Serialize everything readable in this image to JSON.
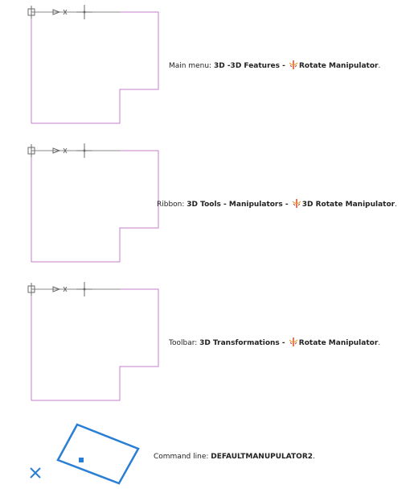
{
  "steps": [
    {
      "prefix": "Main menu: ",
      "path": "3D -3D Features - ",
      "command": "Rotate Manipulator",
      "suffix": ".",
      "icon": "rotate-manipulator-icon"
    },
    {
      "prefix": "Ribbon: ",
      "path": "3D Tools - Manipulators - ",
      "command": "3D Rotate Manipulator",
      "suffix": ".",
      "icon": "rotate-manipulator-icon"
    },
    {
      "prefix": "Toolbar: ",
      "path": "3D Transformations - ",
      "command": "Rotate Manipulator",
      "suffix": ".",
      "icon": "rotate-manipulator-icon"
    }
  ],
  "command_line": {
    "prefix": "Command line: ",
    "command": "DEFAULTMANUPULATOR2",
    "suffix": "."
  },
  "colors": {
    "outline": "#c57fc8",
    "axis": "#9a9a9a",
    "highlight": "#2a7fd4",
    "icon_red": "#d23a1f",
    "icon_orange": "#e69a2a"
  }
}
